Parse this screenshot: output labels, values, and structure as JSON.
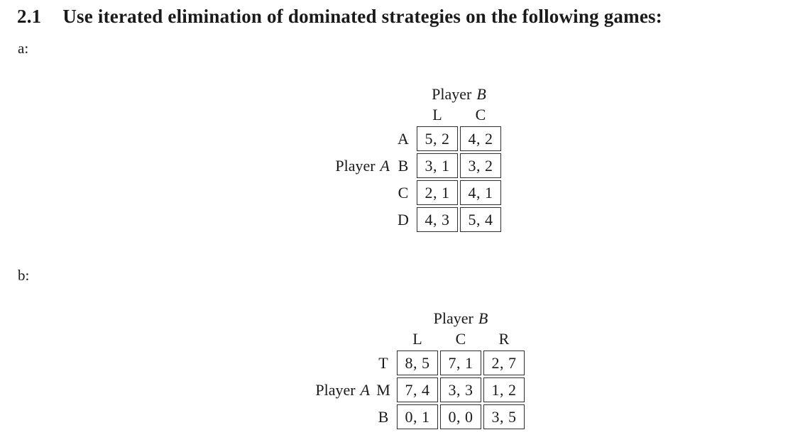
{
  "page": {
    "background": "#ffffff",
    "text_color": "#1a1a1a",
    "border_color": "#2f2f2f"
  },
  "heading": {
    "number": "2.1",
    "title": "Use iterated elimination of dominated strategies on the following games:"
  },
  "games": [
    {
      "label": "a:",
      "col_player": {
        "word": "Player",
        "letter": "B"
      },
      "row_player": {
        "word": "Player",
        "letter": "A"
      },
      "col_headers": [
        "L",
        "C"
      ],
      "row_headers": [
        "A",
        "B",
        "C",
        "D"
      ],
      "payoffs": [
        [
          "5, 2",
          "4, 2"
        ],
        [
          "3, 1",
          "3, 2"
        ],
        [
          "2, 1",
          "4, 1"
        ],
        [
          "4, 3",
          "5, 4"
        ]
      ]
    },
    {
      "label": "b:",
      "col_player": {
        "word": "Player",
        "letter": "B"
      },
      "row_player": {
        "word": "Player",
        "letter": "A"
      },
      "col_headers": [
        "L",
        "C",
        "R"
      ],
      "row_headers": [
        "T",
        "M",
        "B"
      ],
      "payoffs": [
        [
          "8, 5",
          "7, 1",
          "2, 7"
        ],
        [
          "7, 4",
          "3, 3",
          "1, 2"
        ],
        [
          "0, 1",
          "0, 0",
          "3, 5"
        ]
      ]
    }
  ]
}
